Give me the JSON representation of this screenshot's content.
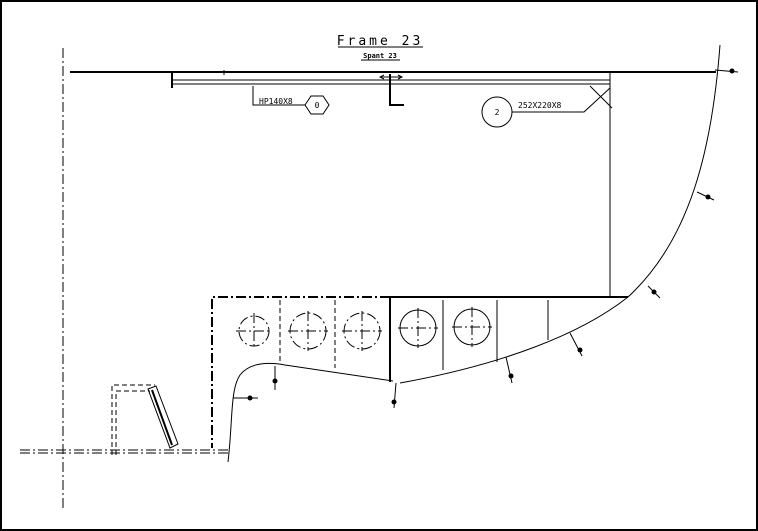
{
  "drawing": {
    "title": "Frame 23",
    "subtitle": "Spant 23",
    "labels": {
      "profile_left": "HP140X8",
      "profile_left_tag": "0",
      "bracket_tag": "2",
      "bracket_size": "252X220X8"
    },
    "colors": {
      "line": "#000000",
      "background": "#ffffff"
    }
  }
}
